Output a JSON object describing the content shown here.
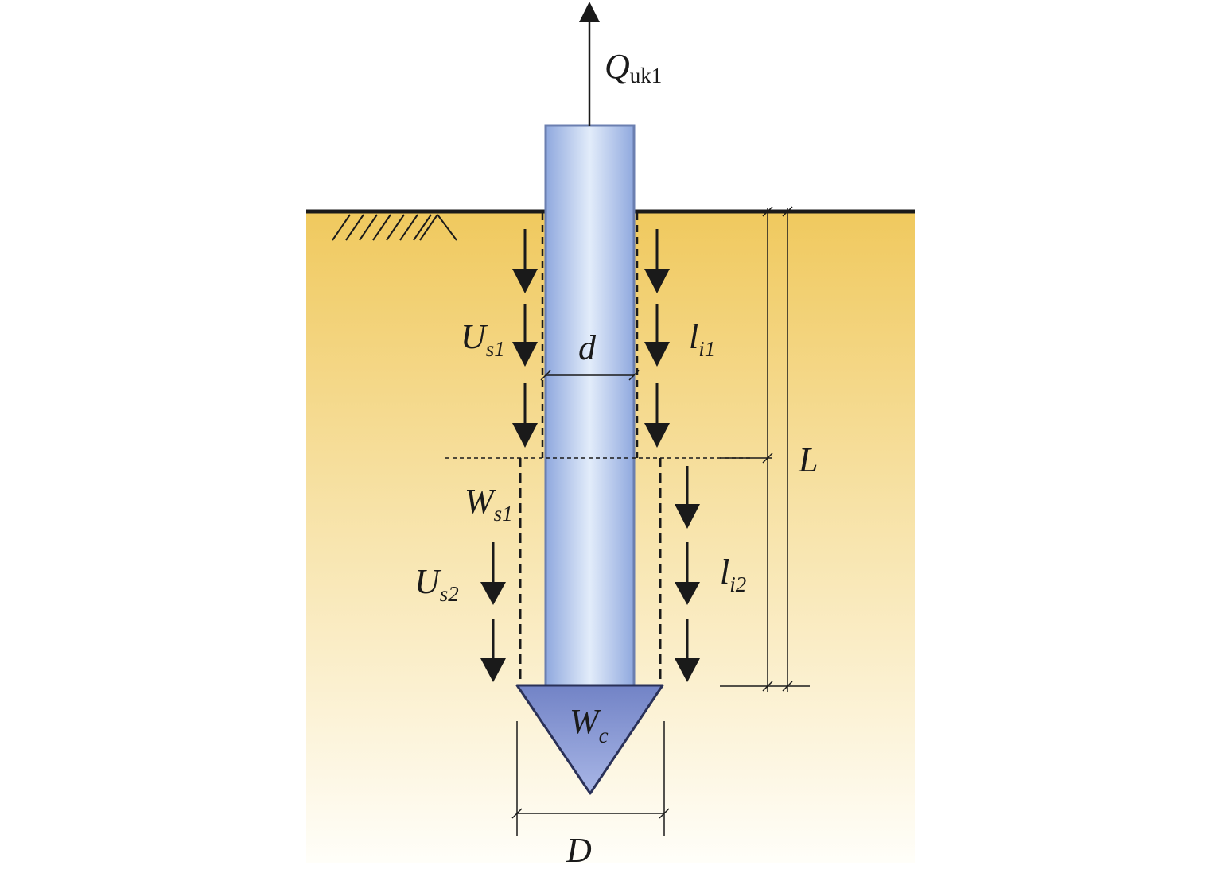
{
  "diagram": {
    "labels": {
      "load_main": "Q",
      "load_sub": "uk1",
      "pile_diameter": "d",
      "cone_diameter": "D",
      "pile_length": "L",
      "cone_weight_main": "W",
      "cone_weight_sub": "c",
      "uplift_upper_main": "U",
      "uplift_upper_sub": "s1",
      "uplift_lower_main": "U",
      "uplift_lower_sub": "s2",
      "soil_weight_main": "W",
      "soil_weight_sub": "s1",
      "layer1_length_main": "l",
      "layer1_length_sub": "i1",
      "layer2_length_main": "l",
      "layer2_length_sub": "i2"
    },
    "colors": {
      "soil_top": "#f0c95e",
      "soil_bottom": "#fffef9",
      "pile_edge": "#8fa8de",
      "pile_center": "#e2ecfa",
      "cone_fill": "#8e9fd8",
      "line": "#1a1a1a"
    }
  }
}
